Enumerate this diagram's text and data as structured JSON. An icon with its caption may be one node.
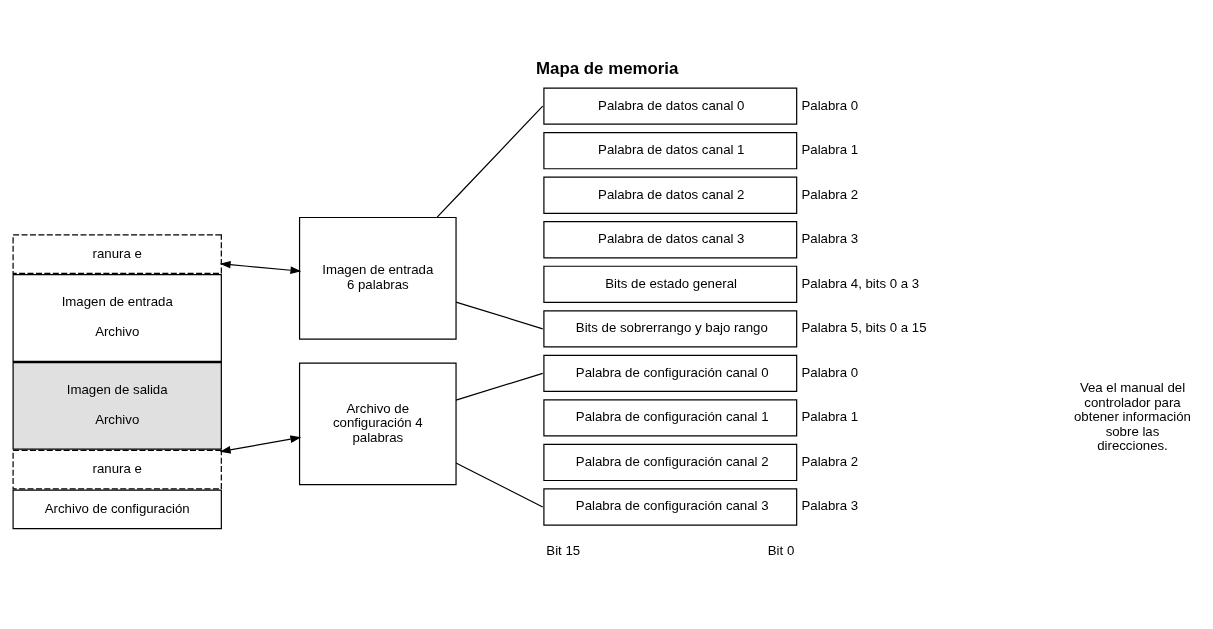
{
  "diagram": {
    "title": "Mapa de memoria",
    "nodes": [
      {
        "text": [
          "ranura e"
        ]
      },
      {
        "text": [
          "Imagen de entrada",
          "Archivo"
        ]
      },
      {
        "text": [
          "Imagen de salida",
          "Archivo"
        ]
      },
      {
        "text": [
          "ranura e"
        ]
      },
      {
        "text": [
          "Archivo de configuración"
        ]
      },
      {
        "text": [
          "Imagen de entrada 6 palabras"
        ]
      },
      {
        "text": [
          "Archivo de configuración 4 palabras"
        ]
      },
      {
        "text": [
          "Palabra de datos canal 0"
        ],
        "beside": [
          "Palabra 0"
        ]
      },
      {
        "text": [
          "Palabra de datos canal 1"
        ],
        "beside": [
          "Palabra 1"
        ]
      },
      {
        "text": [
          "Palabra de datos canal 2"
        ],
        "beside": [
          "Palabra 2"
        ]
      },
      {
        "text": [
          "Palabra de datos canal 3"
        ],
        "beside": [
          "Palabra 3"
        ]
      },
      {
        "text": [
          "Bits de estado general"
        ],
        "beside": [
          "Palabra 4, bits 0 a 3"
        ]
      },
      {
        "text": [
          "Bits de sobrerrango y bajo rango"
        ],
        "beside": [
          "Palabra 5, bits 0 a 15"
        ]
      },
      {
        "text": [
          "Palabra de configuración canal 0"
        ],
        "beside": [
          "Palabra 0"
        ]
      },
      {
        "text": [
          "Palabra de configuración canal 1"
        ],
        "beside": [
          "Palabra 1"
        ]
      },
      {
        "text": [
          "Palabra de configuración canal 2"
        ],
        "beside": [
          "Palabra 2"
        ]
      },
      {
        "text": [
          "Palabra de configuración canal 3"
        ],
        "beside": [
          "Palabra 3"
        ]
      }
    ],
    "edges": [
      {
        "from": 0,
        "to": 5,
        "arrow": "both"
      },
      {
        "from": 3,
        "to": 6,
        "arrow": "both"
      },
      {
        "from": 5,
        "to": 7,
        "arrow": "none"
      },
      {
        "from": 5,
        "to": 12,
        "arrow": "none"
      },
      {
        "from": 6,
        "to": 13,
        "arrow": "none"
      },
      {
        "from": 6,
        "to": 16,
        "arrow": "none"
      }
    ],
    "labels": [
      "Bit 15",
      "Bit 0",
      "Vea el manual del controlador para obtener información sobre las direcciones."
    ]
  }
}
